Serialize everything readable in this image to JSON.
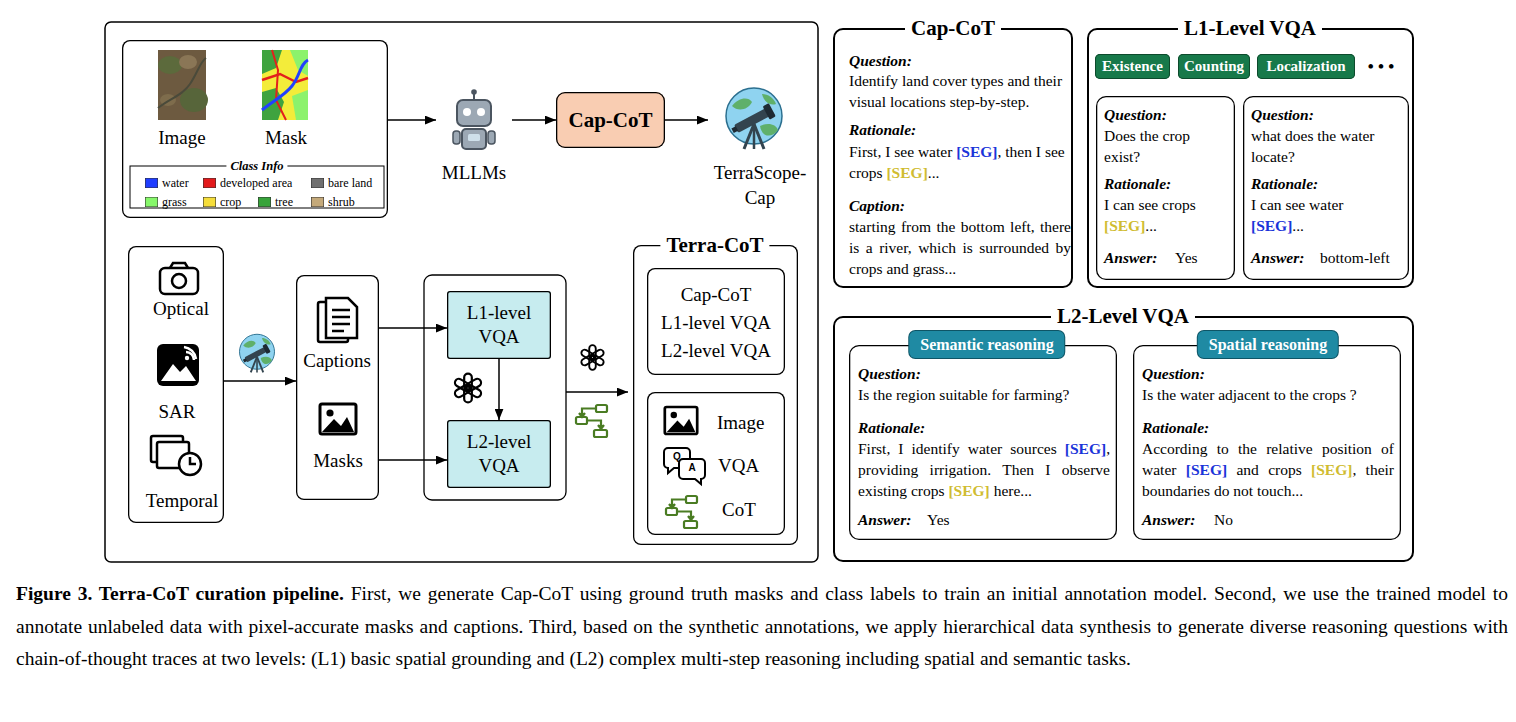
{
  "diagram": {
    "caption": "Figure 3. Terra-CoT curation pipeline. First, we generate Cap-CoT using ground truth masks and class labels to train an initial annotation model. Second, we use the trained model to annotate unlabeled data with pixel-accurate masks and captions. Third, based on the synthetic annotations, we apply hierarchical data synthesis to generate diverse reasoning questions with chain-of-thought traces at two levels: (L1) basic spatial grounding and (L2) complex multi-step reasoning including spatial and semantic tasks.",
    "nodes": [
      {
        "text": [
          "Image",
          "Mask"
        ]
      },
      {
        "text": [
          "MLLMs"
        ]
      },
      {
        "text": [
          "Cap-CoT"
        ]
      },
      {
        "text": [
          "TerraScope-Cap"
        ]
      },
      {
        "text": [
          "Optical",
          "SAR",
          "Temporal"
        ]
      },
      {
        "text": [
          "Captions",
          "Masks"
        ]
      },
      {
        "text": [
          "L1-level VQA"
        ]
      },
      {
        "text": [
          "L2-level VQA"
        ]
      },
      {
        "text": [
          "Terra-CoT"
        ]
      },
      {
        "text": [
          "Cap-CoT",
          "L1-level VQA",
          "L2-level VQA"
        ],
        "in": 8
      },
      {
        "text": [
          "Image",
          "VQA",
          "CoT"
        ],
        "in": 8
      },
      {
        "text": [
          "Cap-CoT",
          "Question:",
          "Identify land cover types and their visual locations step-by-step.",
          "Rationale:",
          "First, I see water [SEG], then I see crops [SEG]...",
          "Caption:",
          "starting from the bottom left, there is a river, which is surrounded by crops and grass..."
        ]
      },
      {
        "text": [
          "L1-Level VQA"
        ]
      },
      {
        "text": [
          "Existence"
        ],
        "in": 12
      },
      {
        "text": [
          "Counting"
        ],
        "in": 12
      },
      {
        "text": [
          "Localization"
        ],
        "in": 12
      },
      {
        "text": [
          "Question:",
          "Does the crop exist?",
          "Rationale:",
          "I can see crops [SEG]...",
          "Answer:",
          "Yes"
        ],
        "in": 12
      },
      {
        "text": [
          "Question:",
          "what does the water locate?",
          "Rationale:",
          "I can see water [SEG]...",
          "Answer:",
          "bottom-left"
        ],
        "in": 12
      },
      {
        "text": [
          "L2-Level VQA"
        ]
      },
      {
        "text": [
          "Semantic reasoning",
          "Question:",
          "Is the region suitable for farming?",
          "Rationale:",
          "First, I identify water sources [SEG], providing irrigation. Then I observe existing crops [SEG] here...",
          "Answer:",
          "Yes"
        ],
        "in": 18
      },
      {
        "text": [
          "Spatial reasoning",
          "Question:",
          "Is the water adjacent to the crops ?",
          "Rationale:",
          "According to the relative position of water [SEG] and crops [SEG], their boundaries do not touch...",
          "Answer:",
          "No"
        ],
        "in": 18
      }
    ],
    "edges": [
      {
        "from": 0,
        "to": 1,
        "arrow": "to"
      },
      {
        "from": 1,
        "to": 2,
        "arrow": "to"
      },
      {
        "from": 2,
        "to": 3,
        "arrow": "to"
      },
      {
        "from": 4,
        "to": 5,
        "arrow": "to"
      },
      {
        "from": 5,
        "to": 6,
        "arrow": "to"
      },
      {
        "from": 5,
        "to": 7,
        "arrow": "to"
      },
      {
        "from": 6,
        "to": 7,
        "arrow": "to"
      }
    ],
    "labels": [
      "Class Info",
      "• • •",
      "Q",
      "A"
    ],
    "legend": [
      {
        "text": "water",
        "color": "#1f3dff"
      },
      {
        "text": "developed area",
        "color": "#e31a1c"
      },
      {
        "text": "bare land",
        "color": "#707070"
      },
      {
        "text": "grass",
        "color": "#86f76a"
      },
      {
        "text": "crop",
        "color": "#f5dd3a"
      },
      {
        "text": "tree",
        "color": "#37a33a"
      },
      {
        "text": "shrub",
        "color": "#c4a97a"
      }
    ]
  }
}
